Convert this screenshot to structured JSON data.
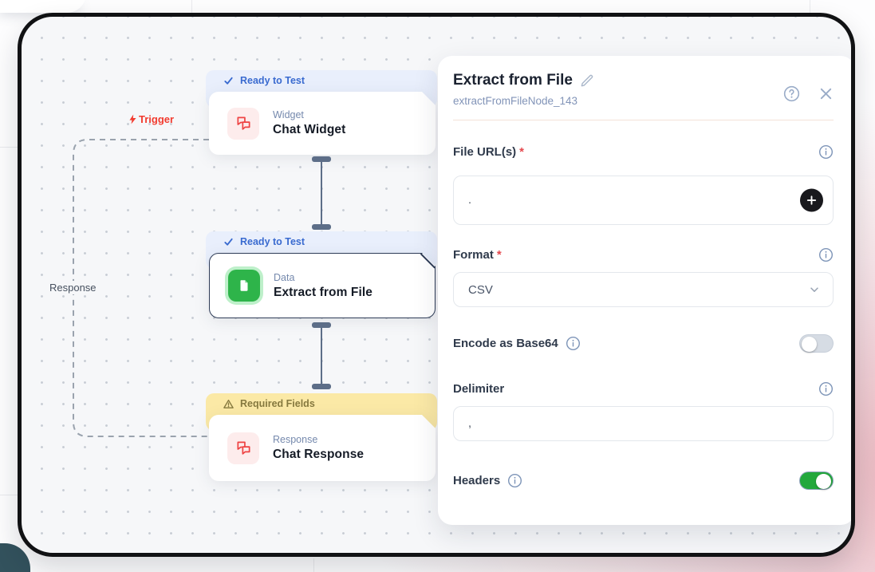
{
  "canvas": {
    "trigger_label": "Trigger",
    "response_label": "Response",
    "nodes": [
      {
        "status_badge": "Ready to Test",
        "status": "ready",
        "category": "Widget",
        "title": "Chat Widget",
        "icon": "chat-icon"
      },
      {
        "status_badge": "Ready to Test",
        "status": "ready",
        "category": "Data",
        "title": "Extract from File",
        "icon": "file-icon"
      },
      {
        "status_badge": "Required Fields",
        "status": "warning",
        "category": "Response",
        "title": "Chat Response",
        "icon": "chat-icon"
      }
    ]
  },
  "panel": {
    "title": "Extract from File",
    "node_id": "extractFromFileNode_143",
    "required_mark": "*",
    "file_urls": {
      "label": "File URL(s)",
      "value": "."
    },
    "format": {
      "label": "Format",
      "value": "CSV"
    },
    "encode_base64": {
      "label": "Encode as Base64",
      "enabled": false
    },
    "delimiter": {
      "label": "Delimiter",
      "value": ","
    },
    "headers": {
      "label": "Headers",
      "enabled": true
    }
  },
  "colors": {
    "accent_blue": "#3a6bd0",
    "status_ready_bg": "#e9effc",
    "status_warning_bg": "#fbe9a6",
    "node_green": "#2eb44a",
    "node_red": "#ee4343",
    "toggle_on_green": "#23a83c",
    "frame_border": "#111214"
  }
}
